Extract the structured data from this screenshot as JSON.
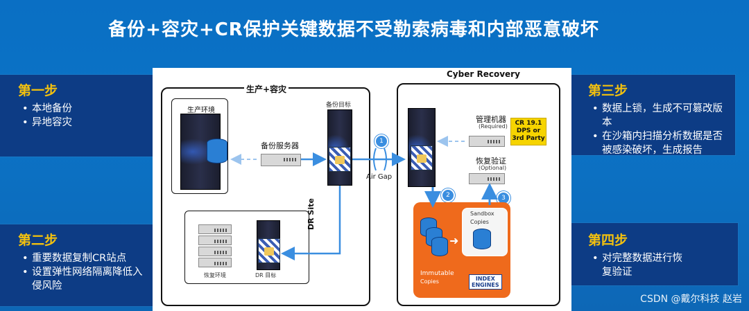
{
  "title": "备份+容灾+CR保护关键数据不受勒索病毒和内部恶意破坏",
  "steps": {
    "one": {
      "title": "第一步",
      "items": [
        "本地备份",
        "异地容灾"
      ]
    },
    "two": {
      "title": "第二步",
      "items": [
        "重要数据复制CR站点",
        "设置弹性网络隔离降低入侵风险"
      ]
    },
    "three": {
      "title": "第三步",
      "items": [
        "数据上锁，生成不可篡改版本",
        "在沙箱内扫描分析数据是否被感染破坏，生成报告"
      ]
    },
    "four": {
      "title": "第四步",
      "items": [
        "对完整数据进行恢复验证"
      ]
    }
  },
  "diagram": {
    "prod_dr_label": "生产+容灾",
    "prod_env": "生产环境",
    "backup_target": "备份目标",
    "backup_server": "备份服务器",
    "dr_site": "DR Site",
    "recovery_env": "恢复环境",
    "dr_target": "DR 目标",
    "air_gap": "Air Gap",
    "cyber_recovery": "Cyber Recovery",
    "mgmt_machine": "管理机器",
    "required": "(Required)",
    "recovery_verify": "恢复验证",
    "optional": "(Optional)",
    "cr_badge": [
      "CR 19.1",
      "DPS or",
      "3rd Party"
    ],
    "sandbox": "Sandbox",
    "sandbox_copies": "Copies",
    "immutable": "Immutable",
    "immutable_copies": "Copies",
    "index_engines": [
      "INDEX",
      "ENGINES"
    ],
    "step_numbers": [
      "1",
      "2",
      "3"
    ]
  },
  "watermark": "CSDN @戴尔科技 赵岩",
  "colors": {
    "background": "#0b73c6",
    "panel": "#0d3c85",
    "step_title": "#f3c10e",
    "arrow": "#3a8ee0",
    "orange": "#ef6a1c"
  }
}
